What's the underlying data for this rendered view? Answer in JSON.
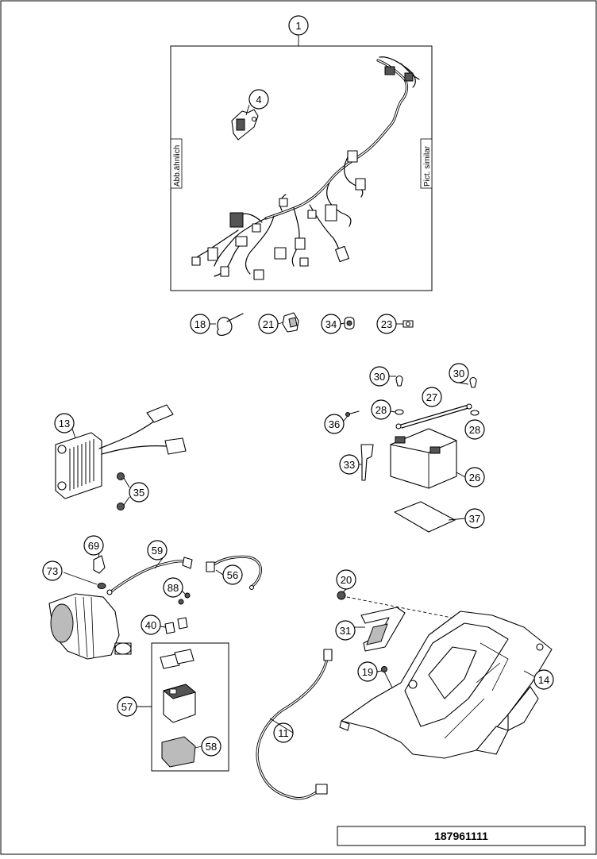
{
  "diagram": {
    "side_label_left": "Abb.ähnlich",
    "side_label_right": "Pict. similar",
    "part_number": "187961111"
  },
  "callouts": {
    "c1": "1",
    "c4": "4",
    "c18": "18",
    "c21": "21",
    "c34": "34",
    "c23": "23",
    "c13": "13",
    "c35": "35",
    "c30a": "30",
    "c30b": "30",
    "c28a": "28",
    "c28b": "28",
    "c27": "27",
    "c36": "36",
    "c33": "33",
    "c26": "26",
    "c37": "37",
    "c69": "69",
    "c59": "59",
    "c56": "56",
    "c73": "73",
    "c88": "88",
    "c40": "40",
    "c57": "57",
    "c58": "58",
    "c11": "11",
    "c20": "20",
    "c31": "31",
    "c19": "19",
    "c14": "14"
  }
}
